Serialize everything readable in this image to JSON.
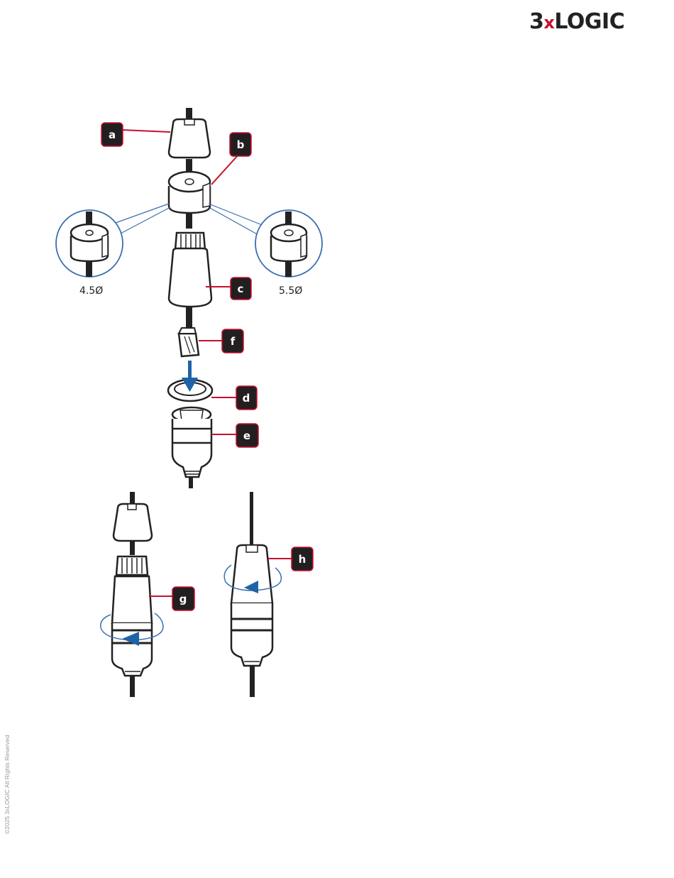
{
  "header": {
    "logo_prefix": "3",
    "logo_x": "x",
    "logo_suffix": "LOGIC"
  },
  "footer": {
    "copyright": "©2025 3xLOGIC All Rights Reserved"
  },
  "diagram": {
    "labels": [
      "a",
      "b",
      "c",
      "d",
      "e",
      "f",
      "g",
      "h"
    ],
    "diameter_left": "4.5Ø",
    "diameter_right": "5.5Ø"
  },
  "colors": {
    "accent": "#c8102e",
    "arrow_blue": "#1e63a8",
    "callout_blue": "#3a6fb0",
    "ink": "#222222",
    "label_bg": "#231f20"
  }
}
